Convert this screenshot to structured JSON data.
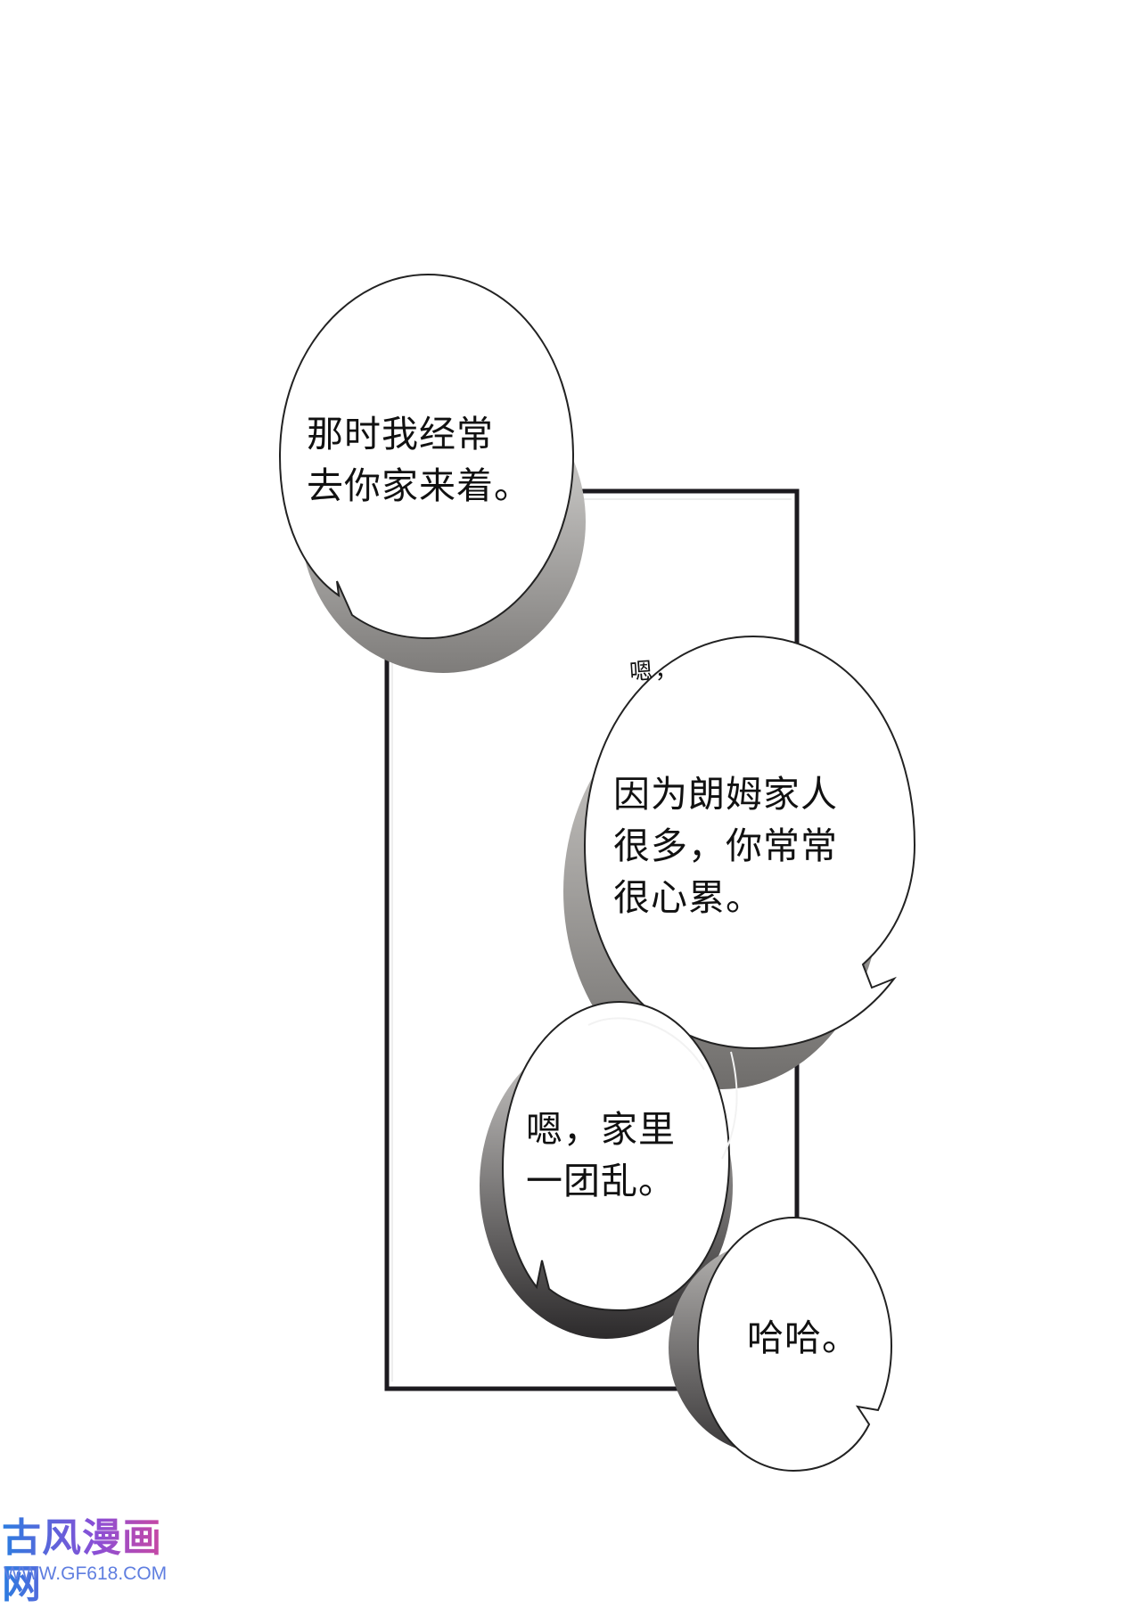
{
  "bubbles": [
    {
      "id": "b1",
      "text": "那时我经常\n去你家来着。"
    },
    {
      "id": "b2",
      "text": "因为朗姆家人\n很多，你常常\n很心累。"
    },
    {
      "id": "b3",
      "text": "嗯，家里\n一团乱。"
    },
    {
      "id": "b4",
      "text": "哈哈。"
    }
  ],
  "sfx": {
    "text": "嗯，"
  },
  "watermark": {
    "title": "古风漫画网",
    "url": "WWW.GF618.COM"
  },
  "colors": {
    "panel_border": "#1c1a1f",
    "bubble_outline": "#222222",
    "shadow": "#8c8a88",
    "watermark_gradient": [
      "#2b7de0",
      "#8a4fd6",
      "#e0458f"
    ]
  }
}
